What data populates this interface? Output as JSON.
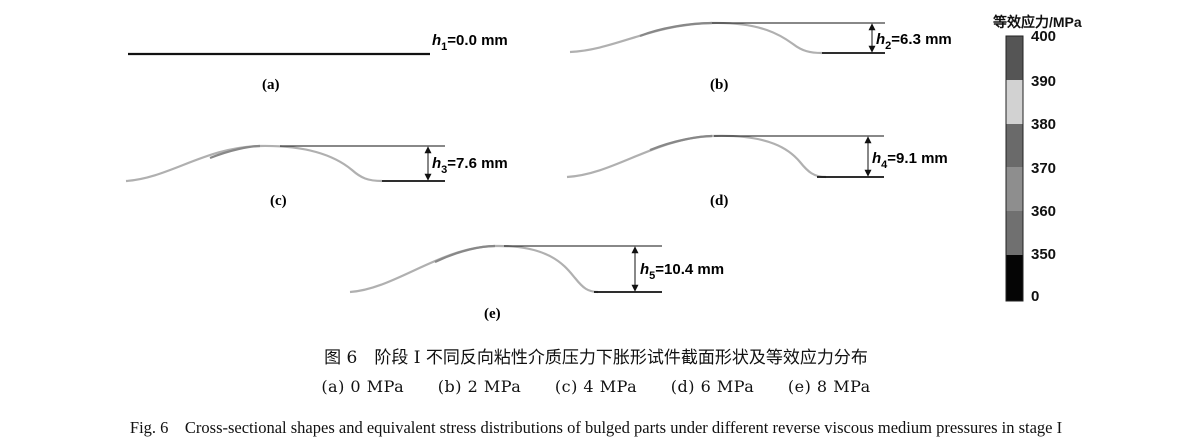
{
  "panels": [
    {
      "id": "a",
      "label": "(a)",
      "h_var": "h",
      "h_sub": "1",
      "h_value": "=0.0 mm"
    },
    {
      "id": "b",
      "label": "(b)",
      "h_var": "h",
      "h_sub": "2",
      "h_value": "=6.3 mm"
    },
    {
      "id": "c",
      "label": "(c)",
      "h_var": "h",
      "h_sub": "3",
      "h_value": "=7.6 mm"
    },
    {
      "id": "d",
      "label": "(d)",
      "h_var": "h",
      "h_sub": "4",
      "h_value": "=9.1 mm"
    },
    {
      "id": "e",
      "label": "(e)",
      "h_var": "h",
      "h_sub": "5",
      "h_value": "=10.4 mm"
    }
  ],
  "legend": {
    "title": "等效应力/MPa",
    "ticks": [
      "400",
      "390",
      "380",
      "370",
      "360",
      "350",
      "0"
    ],
    "band_colors": [
      "#555555",
      "#d2d2d2",
      "#6a6a6a",
      "#8e8e8e",
      "#707070",
      "#050505"
    ]
  },
  "caption": {
    "zh_title": "图 6　阶段 I 不同反向粘性介质压力下胀形试件截面形状及等效应力分布",
    "sub_items": [
      "(a) 0 MPa",
      "(b) 2 MPa",
      "(c) 4 MPa",
      "(d) 6 MPa",
      "(e) 8 MPa"
    ],
    "en_title": "Fig. 6　Cross-sectional shapes and equivalent stress distributions of bulged parts under different reverse viscous medium pressures in stage I"
  }
}
